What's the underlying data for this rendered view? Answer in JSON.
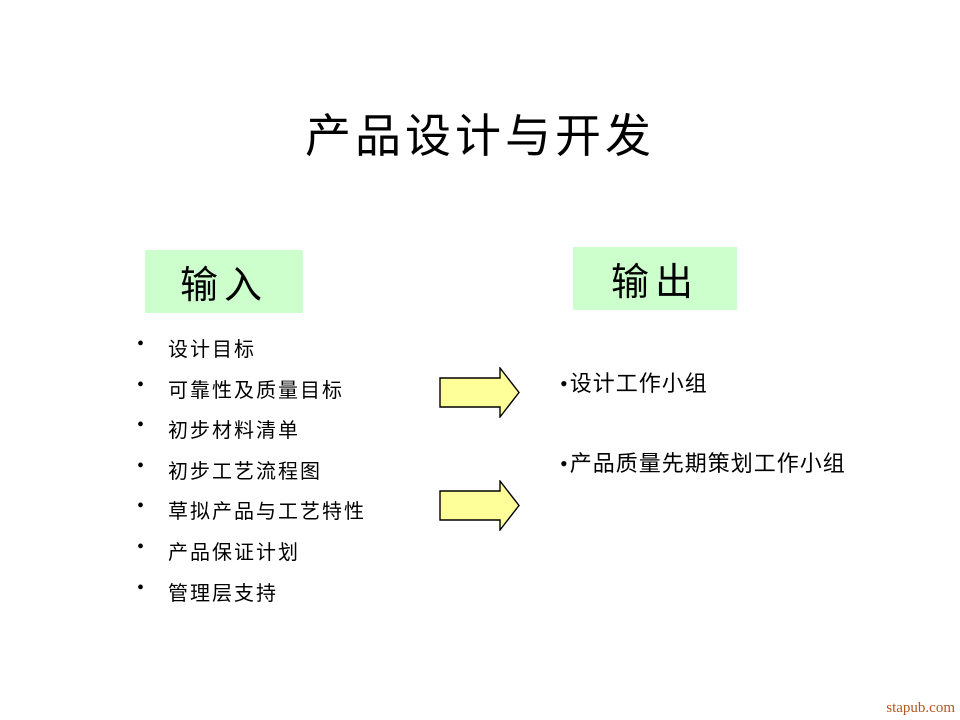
{
  "slide": {
    "title": "产品设计与开发",
    "bullet_char": "•",
    "input_section": {
      "header": "输入",
      "items": [
        "设计目标",
        "可靠性及质量目标",
        "初步材料清单",
        "初步工艺流程图",
        "草拟产品与工艺特性",
        "产品保证计划",
        "管理层支持"
      ]
    },
    "output_section": {
      "header": "输出",
      "items": [
        "设计工作小组",
        "产品质量先期策划工作小组"
      ]
    },
    "watermark": "stapub.com"
  },
  "colors": {
    "background": "#ffffff",
    "header_box_bg": "#ccffcc",
    "arrow_fill": "#ffff99",
    "arrow_stroke": "#000000",
    "text_color": "#000000",
    "watermark_color": "#b4571c"
  },
  "icons": {
    "bullet": "•",
    "flow_arrow": "right-arrow"
  }
}
